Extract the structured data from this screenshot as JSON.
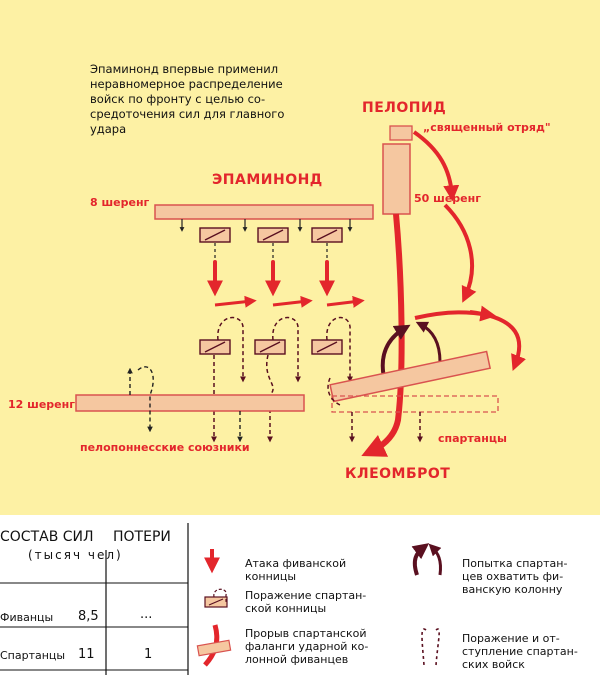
{
  "note": "Эпаминонд впервые применил\nнеравномерное распределение\nвойск по фронту с целью со-\nсредоточения сил для главного\nудара",
  "labels": {
    "pelopid": "ПЕЛОПИД",
    "sacred_band": "„священный отряд\"",
    "epaminond": "ЭПАМИНОНД",
    "rank8": "8 шеренг",
    "rank50": "50 шеренг",
    "rank12": "12 шеренг",
    "allies": "пелопоннесские союзники",
    "spartans": "спартанцы",
    "kleombrot": "КЛЕОМБРОТ"
  },
  "table": {
    "col1": "СОСТАВ СИЛ",
    "col2": "ПОТЕРИ",
    "sub": "(тысяч чел)",
    "rows": [
      {
        "name": "Фиванцы",
        "force": "8,5",
        "loss": "..."
      },
      {
        "name": "Спартанцы",
        "force": "11",
        "loss": "1"
      }
    ]
  },
  "legend": {
    "theban_cav": "Атака фиванской\nконницы",
    "spartan_cav_defeat": "Поражение спартан-\nской конницы",
    "breakthrough": "Прорыв спартанской\nфаланги ударной ко-\nлонной фиванцев",
    "encircle": "Попытка спартан-\nцев охватить фи-\nванскую колонну",
    "retreat": "Поражение и от-\nступление спартан-\nских войск"
  },
  "colors": {
    "background": "#fdf1a4",
    "unit_fill": "#f5c7a0",
    "unit_stroke": "#d9534f",
    "red": "#e3262c",
    "dark": "#5a1020"
  }
}
